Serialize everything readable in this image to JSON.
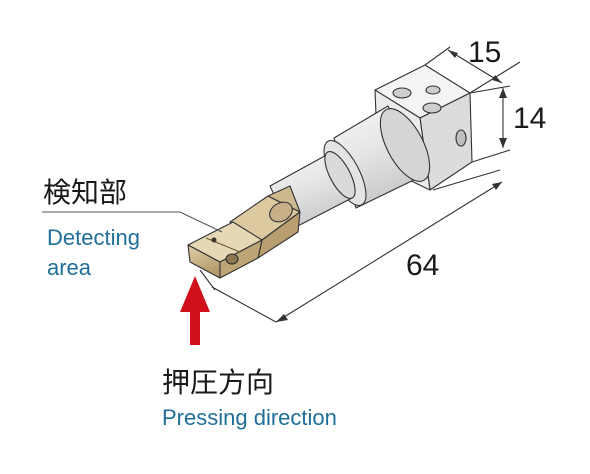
{
  "dimensions": {
    "width": "15",
    "height": "14",
    "length": "64"
  },
  "labels": {
    "detecting_jp": "検知部",
    "detecting_en_line1": "Detecting",
    "detecting_en_line2": "area",
    "pressing_jp": "押圧方向",
    "pressing_en": "Pressing direction"
  },
  "colors": {
    "arrow": "#d0111b",
    "english_text": "#1f6f9a",
    "body": "#e9e9e9",
    "tip": "#c9b48a",
    "outline": "#333333"
  },
  "icons": [
    "press-arrow-icon"
  ]
}
